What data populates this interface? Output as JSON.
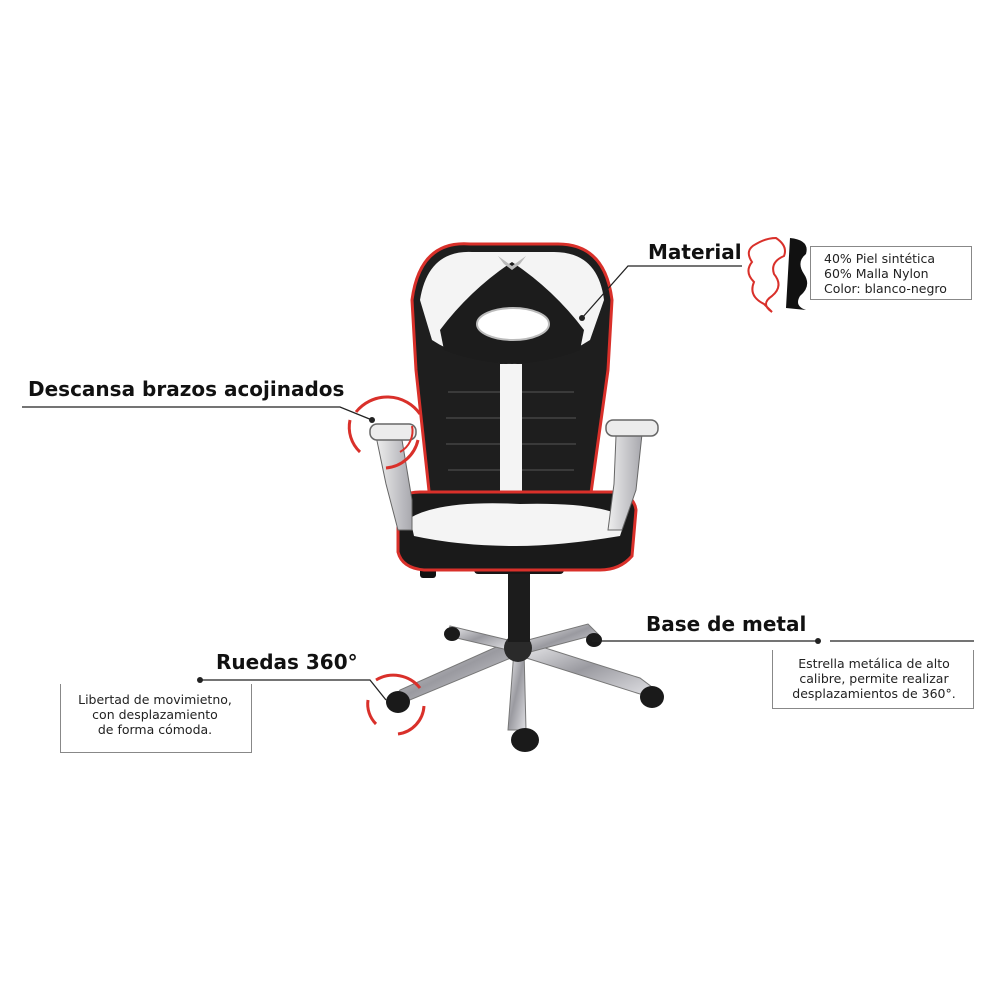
{
  "features": {
    "material": {
      "title": "Material",
      "lines": [
        "40% Piel sintética",
        "60% Malla Nylon",
        "Color: blanco-negro"
      ]
    },
    "armrests": {
      "title": "Descansa brazos acojinados"
    },
    "base": {
      "title": "Base de metal",
      "lines": [
        "Estrella metálica de alto",
        "calibre, permite realizar",
        "desplazamientos de 360°."
      ]
    },
    "wheels": {
      "title": "Ruedas 360°",
      "lines": [
        "Libertad de movimietno,",
        "con desplazamiento",
        "de forma cómoda."
      ]
    }
  },
  "colors": {
    "accent_red": "#d9302a",
    "chair_black": "#1e1e1e",
    "chair_white": "#f4f4f4",
    "chrome": "#c8c8cc"
  },
  "icons": [
    "leather-hide-icon",
    "armrest-highlight-icon",
    "wheel-highlight-icon"
  ]
}
